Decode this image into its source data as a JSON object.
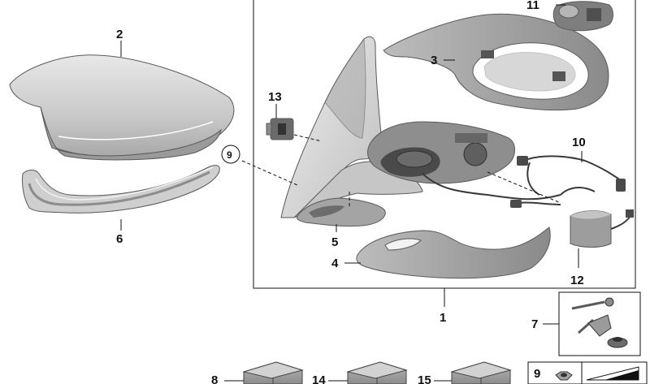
{
  "callouts": {
    "c1": "1",
    "c2": "2",
    "c3": "3",
    "c4": "4",
    "c5": "5",
    "c6": "6",
    "c7": "7",
    "c8": "8",
    "c9": "9",
    "c9b": "9",
    "c10": "10",
    "c11": "11",
    "c12": "12",
    "c13": "13",
    "c14": "14",
    "c15": "15"
  }
}
